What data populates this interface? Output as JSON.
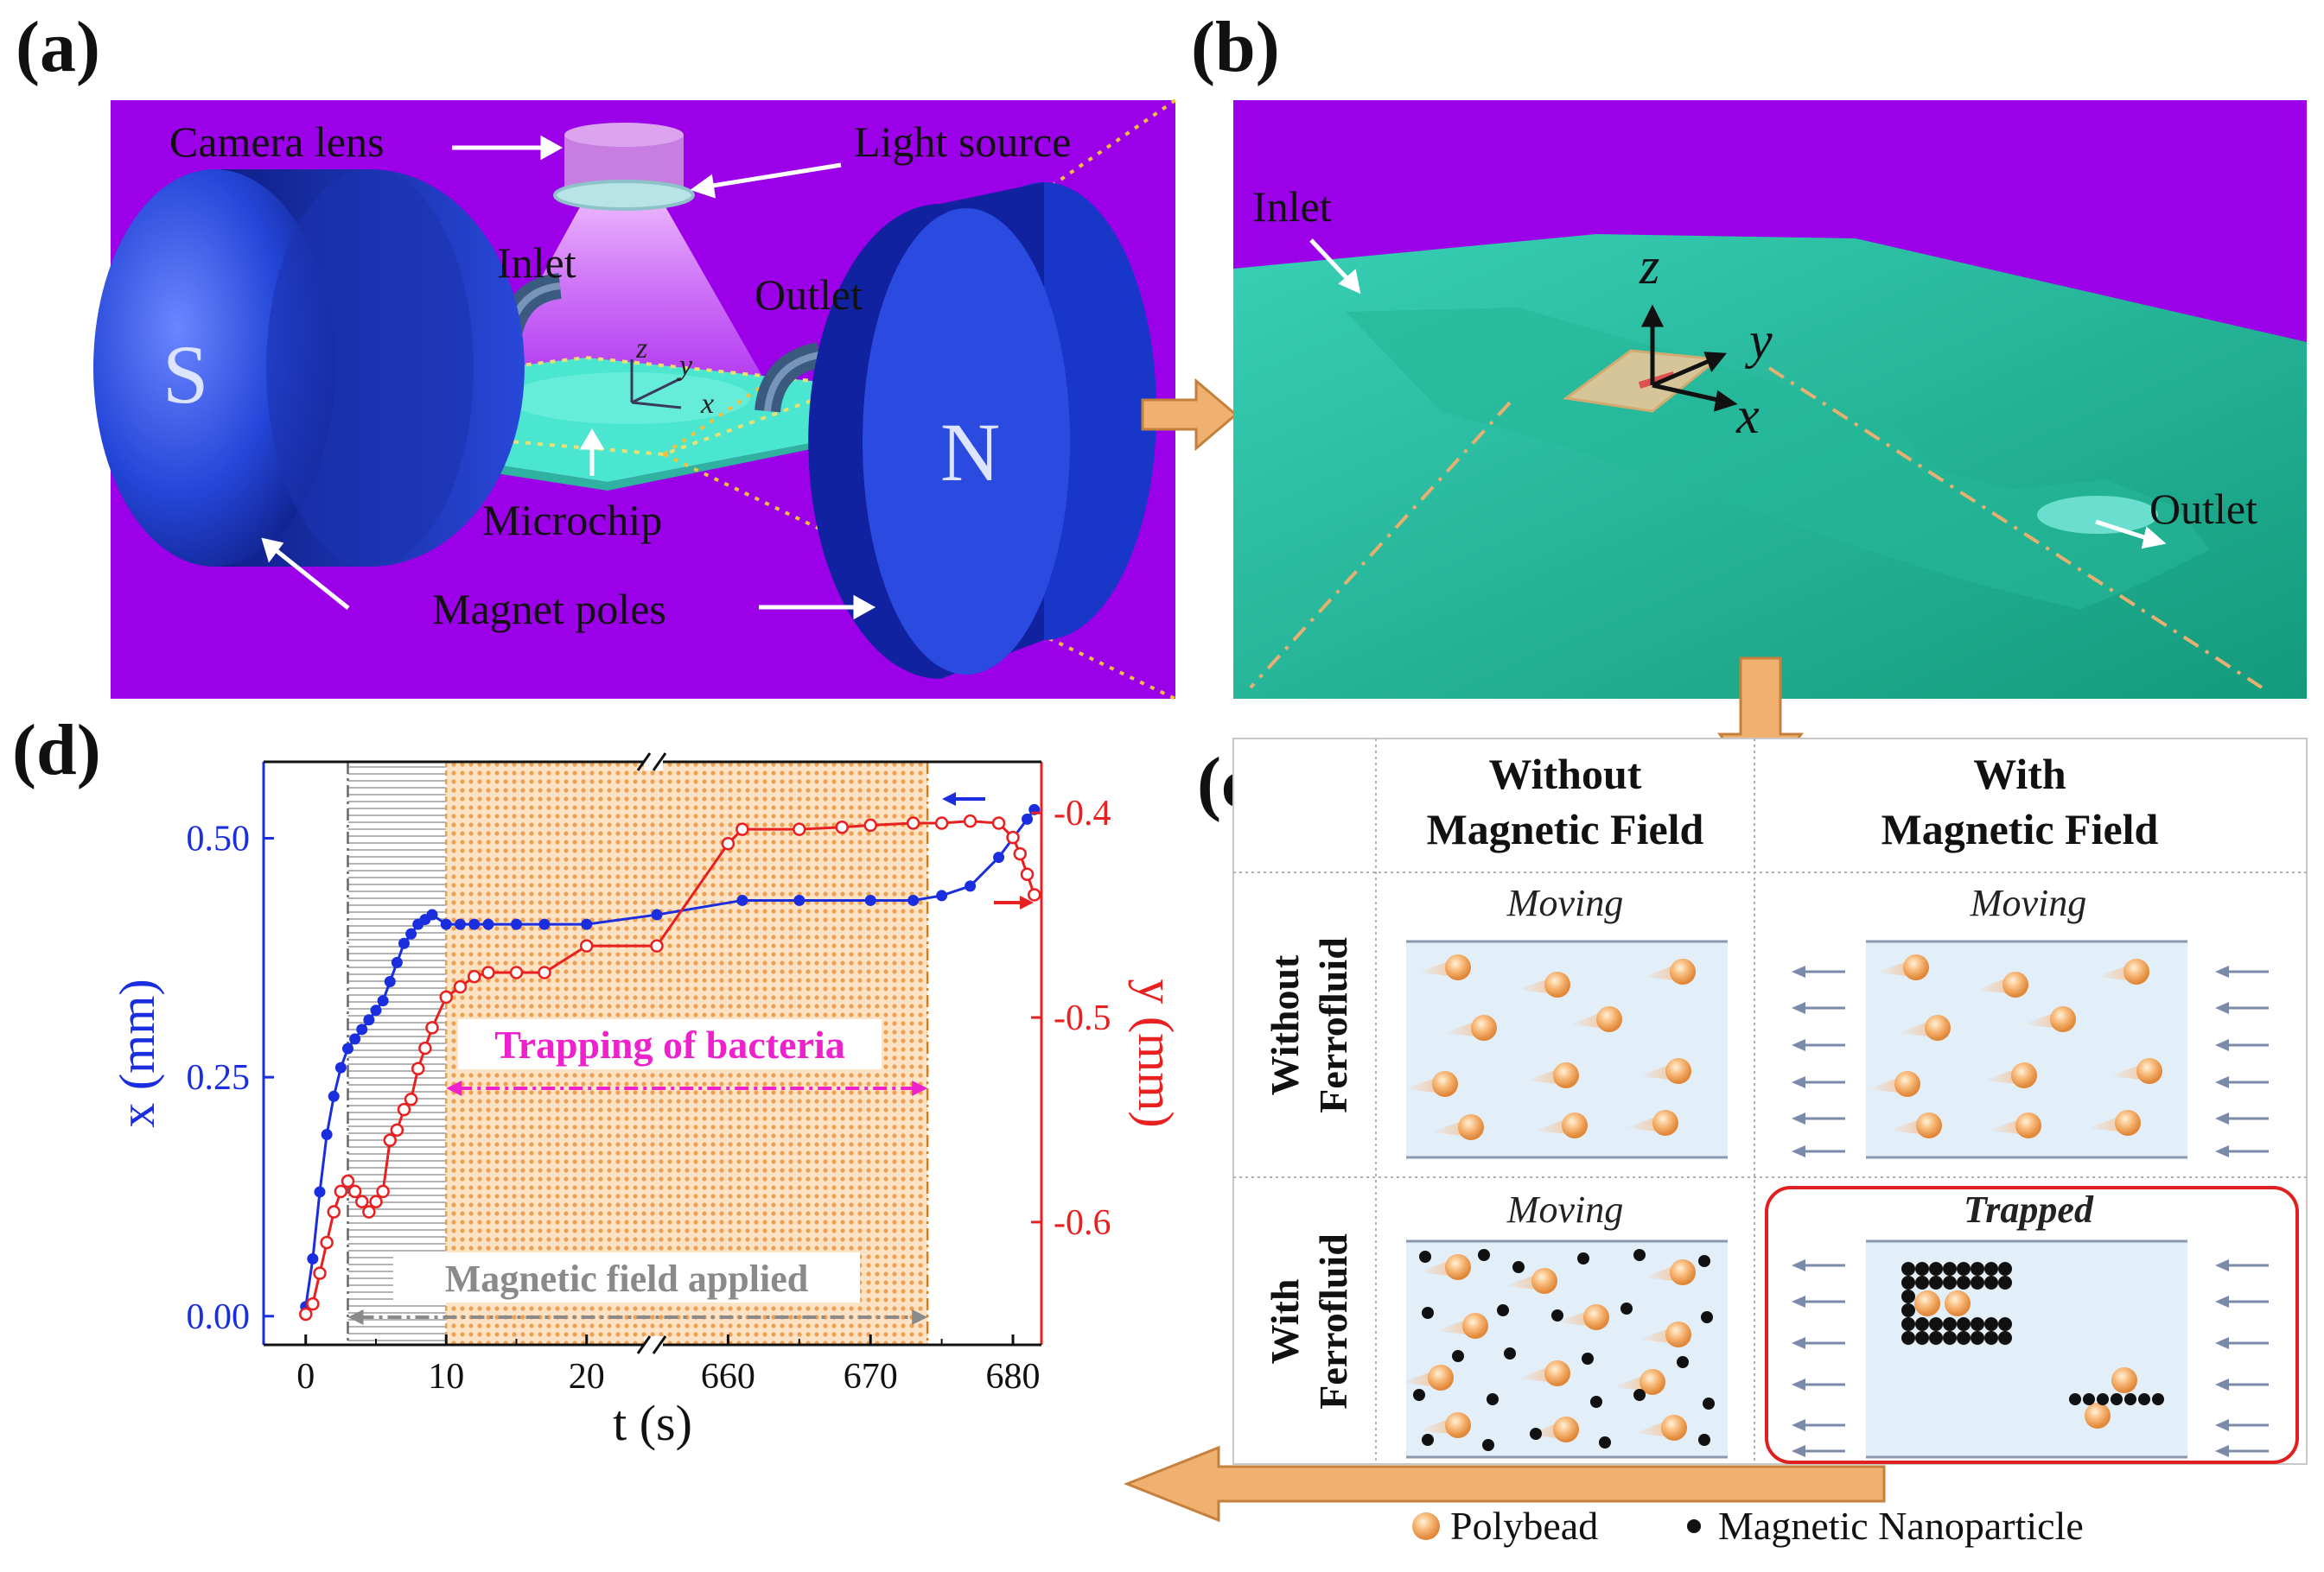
{
  "panels": {
    "a": {
      "label": "(a)",
      "annotations": {
        "camera_lens": "Camera lens",
        "light_source": "Light source",
        "inlet": "Inlet",
        "outlet": "Outlet",
        "microchip": "Microchip",
        "magnet_poles": "Magnet poles",
        "pole_s": "S",
        "pole_n": "N",
        "axis_x": "x",
        "axis_y": "y",
        "axis_z": "z"
      },
      "colors": {
        "background": "#9b00e8",
        "magnet": "#1f3fd6",
        "chip": "#3fe0c8"
      }
    },
    "b": {
      "label": "(b)",
      "annotations": {
        "inlet": "Inlet",
        "outlet": "Outlet",
        "axis_x": "x",
        "axis_y": "y",
        "axis_z": "z"
      },
      "colors": {
        "background": "#9b00e8",
        "chip": "#1fb596"
      }
    },
    "c": {
      "label": "(c)",
      "col_headers": [
        "Without\nMagnetic Field",
        "With\nMagnetic Field"
      ],
      "col_header_lines": [
        [
          "Without",
          "Magnetic Field"
        ],
        [
          "With",
          "Magnetic Field"
        ]
      ],
      "row_headers": [
        [
          "Without",
          "Ferrofluid"
        ],
        [
          "With",
          "Ferrofluid"
        ]
      ],
      "cells": [
        [
          "Moving",
          "Moving"
        ],
        [
          "Moving",
          "Trapped"
        ]
      ],
      "legend": {
        "polybead": "Polybead",
        "nanoparticle": "Magnetic Nanoparticle"
      }
    },
    "d": {
      "label": "(d)",
      "annotations": {
        "trapping": "Trapping of bacteria",
        "field_applied": "Magnetic field applied"
      }
    }
  },
  "chart_data": {
    "type": "line",
    "xlabel": "t (s)",
    "ylabel_left": "x (mm)",
    "ylabel_right": "y (mm)",
    "x_axis_break": "between 20 and 660",
    "x_tick_labels": [
      "0",
      "10",
      "20",
      "660",
      "670",
      "680"
    ],
    "y_left_ticks": [
      "0.00",
      "0.25",
      "0.50"
    ],
    "y_right_ticks": [
      "-0.4",
      "-0.5",
      "-0.6"
    ],
    "ylim_left": [
      -0.03,
      0.58
    ],
    "ylim_right": [
      -0.66,
      -0.375
    ],
    "series": [
      {
        "name": "x",
        "axis": "left",
        "color": "#1a2ee0",
        "marker": "filled",
        "points": [
          [
            0,
            0.01
          ],
          [
            0.5,
            0.06
          ],
          [
            1,
            0.13
          ],
          [
            1.5,
            0.19
          ],
          [
            2,
            0.23
          ],
          [
            2.5,
            0.26
          ],
          [
            3,
            0.28
          ],
          [
            3.5,
            0.29
          ],
          [
            4,
            0.3
          ],
          [
            4.5,
            0.31
          ],
          [
            5,
            0.32
          ],
          [
            5.5,
            0.33
          ],
          [
            6,
            0.35
          ],
          [
            6.5,
            0.37
          ],
          [
            7,
            0.39
          ],
          [
            7.5,
            0.4
          ],
          [
            8,
            0.41
          ],
          [
            8.5,
            0.415
          ],
          [
            9,
            0.42
          ],
          [
            10,
            0.41
          ],
          [
            11,
            0.41
          ],
          [
            12,
            0.41
          ],
          [
            13,
            0.41
          ],
          [
            15,
            0.41
          ],
          [
            17,
            0.41
          ],
          [
            20,
            0.41
          ],
          [
            25,
            0.42
          ],
          [
            661,
            0.435
          ],
          [
            665,
            0.435
          ],
          [
            670,
            0.435
          ],
          [
            673,
            0.435
          ],
          [
            675,
            0.44
          ],
          [
            677,
            0.45
          ],
          [
            679,
            0.48
          ],
          [
            680,
            0.5
          ],
          [
            681,
            0.52
          ],
          [
            681.5,
            0.53
          ]
        ]
      },
      {
        "name": "y",
        "axis": "right",
        "color": "#e82020",
        "marker": "hollow",
        "points": [
          [
            0,
            -0.645
          ],
          [
            0.5,
            -0.64
          ],
          [
            1,
            -0.625
          ],
          [
            1.5,
            -0.61
          ],
          [
            2,
            -0.595
          ],
          [
            2.5,
            -0.585
          ],
          [
            3,
            -0.58
          ],
          [
            3.5,
            -0.585
          ],
          [
            4,
            -0.59
          ],
          [
            4.5,
            -0.595
          ],
          [
            5,
            -0.59
          ],
          [
            5.5,
            -0.585
          ],
          [
            6,
            -0.56
          ],
          [
            6.5,
            -0.555
          ],
          [
            7,
            -0.545
          ],
          [
            7.5,
            -0.54
          ],
          [
            8,
            -0.525
          ],
          [
            8.5,
            -0.515
          ],
          [
            9,
            -0.505
          ],
          [
            10,
            -0.49
          ],
          [
            11,
            -0.485
          ],
          [
            12,
            -0.48
          ],
          [
            13,
            -0.478
          ],
          [
            15,
            -0.478
          ],
          [
            17,
            -0.478
          ],
          [
            20,
            -0.465
          ],
          [
            25,
            -0.465
          ],
          [
            660,
            -0.415
          ],
          [
            661,
            -0.408
          ],
          [
            665,
            -0.408
          ],
          [
            668,
            -0.407
          ],
          [
            670,
            -0.406
          ],
          [
            673,
            -0.405
          ],
          [
            675,
            -0.405
          ],
          [
            677,
            -0.404
          ],
          [
            679,
            -0.405
          ],
          [
            680,
            -0.412
          ],
          [
            680.5,
            -0.42
          ],
          [
            681,
            -0.43
          ],
          [
            681.5,
            -0.44
          ]
        ]
      }
    ],
    "shaded_regions": [
      {
        "name": "magnetic field applied",
        "from": 3,
        "to": 674,
        "pattern": "horizontal-lines"
      },
      {
        "name": "trapping of bacteria",
        "from": 10,
        "to": 674,
        "pattern": "orange-dots"
      }
    ]
  }
}
